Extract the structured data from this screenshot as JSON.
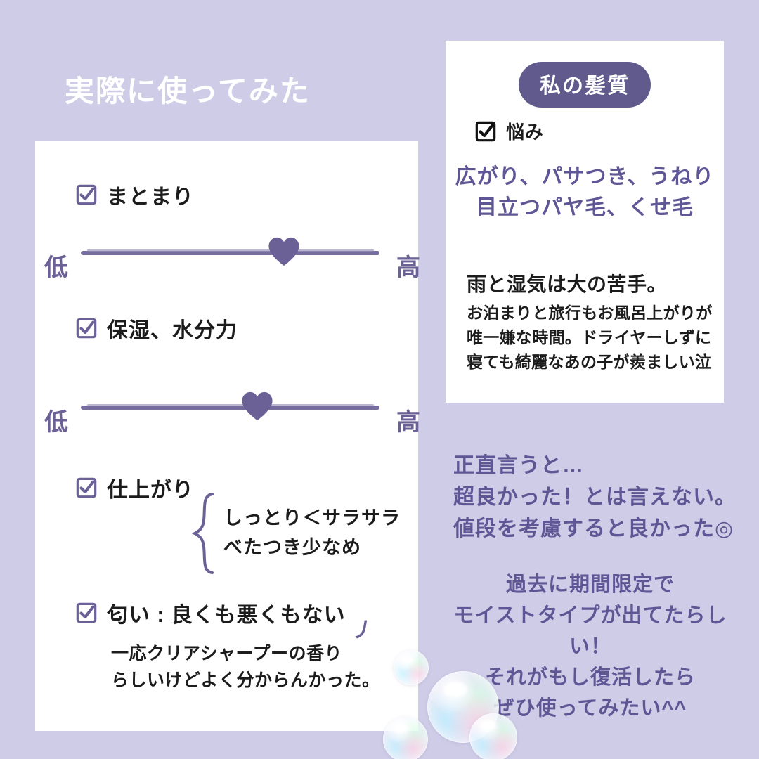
{
  "background_color": "#ceccE6",
  "accent_purple": "#5f5795",
  "badge_color": "#615a8c",
  "page_title": "実際に使ってみた",
  "left_card": {
    "criteria": [
      {
        "label": "まとまり",
        "scale_low": "低",
        "scale_high": "高",
        "value_percent": 68
      },
      {
        "label": "保湿、水分力",
        "scale_low": "低",
        "scale_high": "高",
        "value_percent": 59
      }
    ],
    "finish": {
      "label": "仕上がり",
      "line1": "しっとり＜サラサラ",
      "line2": "べたつき少なめ"
    },
    "smell": {
      "label": "匂い : 良くも悪くもない",
      "note_line1": "一応クリアシャープーの香り",
      "note_line2": "らしいけどよく分からんかった。",
      "tick": "丿"
    }
  },
  "right_card": {
    "badge": "私の髪質",
    "worry_label": "悩み",
    "worry_line1": "広がり、パサつき、うねり",
    "worry_line2": "目立つパヤ毛、くせ毛",
    "rain_heading": "雨と湿気は大の苦手。",
    "rain_line1": "お泊まりと旅行もお風呂上がりが",
    "rain_line2": "唯一嫌な時間。ドライヤーしずに",
    "rain_line3": "寝ても綺麗なあの子が羨ましい泣"
  },
  "honest": {
    "line1": "正直言うと…",
    "line2": "超良かった！とは言えない。",
    "line3": "値段を考慮すると良かった◎"
  },
  "wish": {
    "line1": "過去に期間限定で",
    "line2": "モイストタイプが出てたらしい！",
    "line3": "それがもし復活したら",
    "line4": "ぜひ使ってみたい^^"
  }
}
